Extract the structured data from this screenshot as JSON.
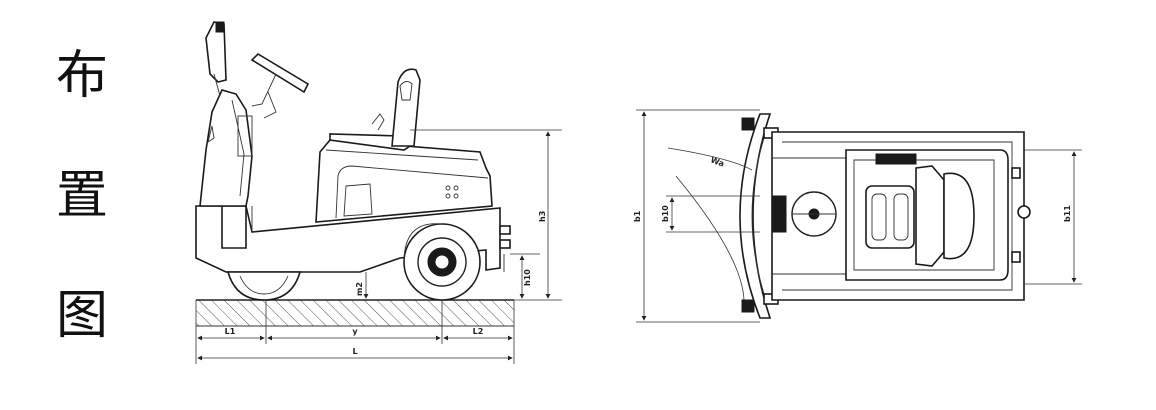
{
  "title_chars": [
    "布",
    "置",
    "图"
  ],
  "side_view": {
    "labels": {
      "L1": "L1",
      "y": "y",
      "L2": "L2",
      "L": "L",
      "m2": "m2",
      "h10": "h10",
      "h3": "h3"
    }
  },
  "top_view": {
    "labels": {
      "Wa": "Wa",
      "b1": "b1",
      "b10": "b10",
      "b11": "b11"
    }
  },
  "colors": {
    "line": "#1a1a1a",
    "background": "#ffffff"
  }
}
